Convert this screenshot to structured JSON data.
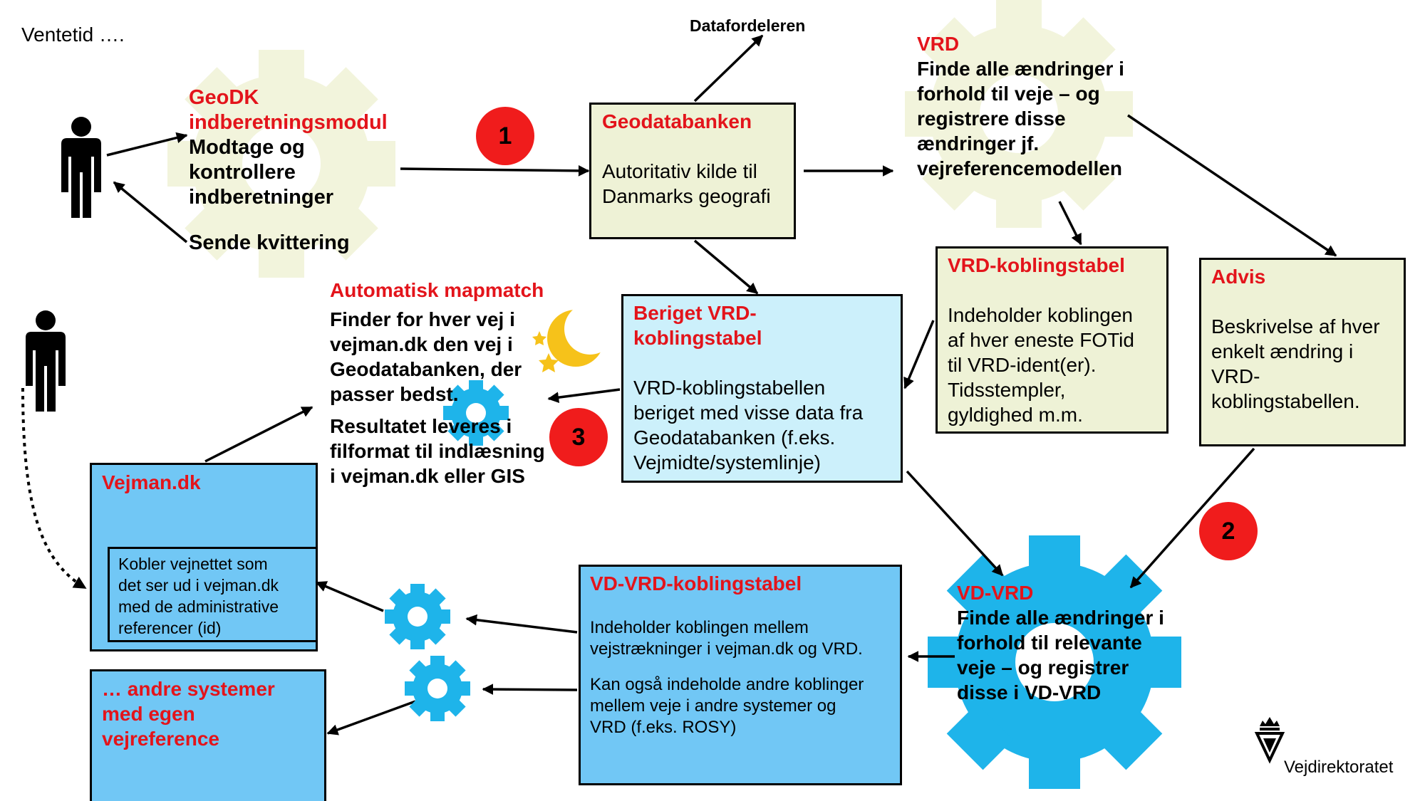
{
  "slide_title": "Ventetid ….",
  "datafordeleren_label": "Datafordeleren",
  "geodk": {
    "title_line1": "GeoDK",
    "title_line2": "indberetningsmodul",
    "body_line1": "Modtage og",
    "body_line2": "kontrollere",
    "body_line3": "indberetninger",
    "receipt": "Sende kvittering"
  },
  "geodatabanken": {
    "title": "Geodatabanken",
    "body_line1": "Autoritativ kilde til",
    "body_line2": "Danmarks geografi"
  },
  "vrd": {
    "title": "VRD",
    "body_line1": "Finde alle ændringer i",
    "body_line2": "forhold til veje – og",
    "body_line3": "registrere disse",
    "body_line4": "ændringer jf.",
    "body_line5": "vejreferencemodellen"
  },
  "vrd_koblingstabel": {
    "title": "VRD-koblingstabel",
    "body_line1": "Indeholder koblingen",
    "body_line2": "af hver eneste FOTid",
    "body_line3": "til VRD-ident(er).",
    "body_line4": "Tidsstempler,",
    "body_line5": "gyldighed m.m."
  },
  "advis": {
    "title": "Advis",
    "body_line1": "Beskrivelse af hver",
    "body_line2": "enkelt ændring i",
    "body_line3": "VRD-",
    "body_line4": "koblingstabellen."
  },
  "beriget": {
    "title_line1": "Beriget VRD-",
    "title_line2": "koblingstabel",
    "body_line1": "VRD-koblingstabellen",
    "body_line2": "beriget med visse data fra",
    "body_line3": "Geodatabanken (f.eks.",
    "body_line4": "Vejmidte/systemlinje)"
  },
  "mapmatch": {
    "title": "Automatisk mapmatch",
    "body_line1": "Finder for hver vej i",
    "body_line2": "vejman.dk den vej i",
    "body_line3": "Geodatabanken, der",
    "body_line4": "passer bedst.",
    "body_line5": "Resultatet leveres i",
    "body_line6": "filformat til indlæsning",
    "body_line7": "i vejman.dk eller GIS"
  },
  "vejman": {
    "title": "Vejman.dk",
    "inner_line1": "Kobler vejnettet som",
    "inner_line2": "det ser ud i vejman.dk",
    "inner_line3": "med de administrative",
    "inner_line4": "referencer (id)"
  },
  "andre": {
    "title_line1": "… andre systemer",
    "title_line2": "med egen",
    "title_line3": "vejreference"
  },
  "vd_vrd_koblingstabel": {
    "title": "VD-VRD-koblingstabel",
    "body_line1": "Indeholder koblingen mellem",
    "body_line2": "vejstrækninger i vejman.dk og VRD.",
    "body_line3": "Kan også indeholde andre koblinger",
    "body_line4": "mellem veje i andre systemer og",
    "body_line5": "VRD (f.eks. ROSY)"
  },
  "vd_vrd": {
    "title": "VD-VRD",
    "body_line1": "Finde alle ændringer i",
    "body_line2": "forhold til relevante",
    "body_line3": "veje – og registrer",
    "body_line4": "disse i VD-VRD"
  },
  "badges": [
    "1",
    "2",
    "3"
  ],
  "logo_text": "Vejdirektoratet",
  "colors": {
    "red_heading": "#e3141b",
    "badge_red": "#f01c1c",
    "beige_box": "#eef2d6",
    "lightblue_box": "#ccf0fb",
    "blue_box": "#71c7f5",
    "gear_blue": "#1eb4ea",
    "gear_beige": "#f2f4dc",
    "moon_yellow": "#f6c21a"
  },
  "icons": [
    "person-icon",
    "gear-icon",
    "moon-icon",
    "star-icon",
    "crown-logo-icon"
  ]
}
